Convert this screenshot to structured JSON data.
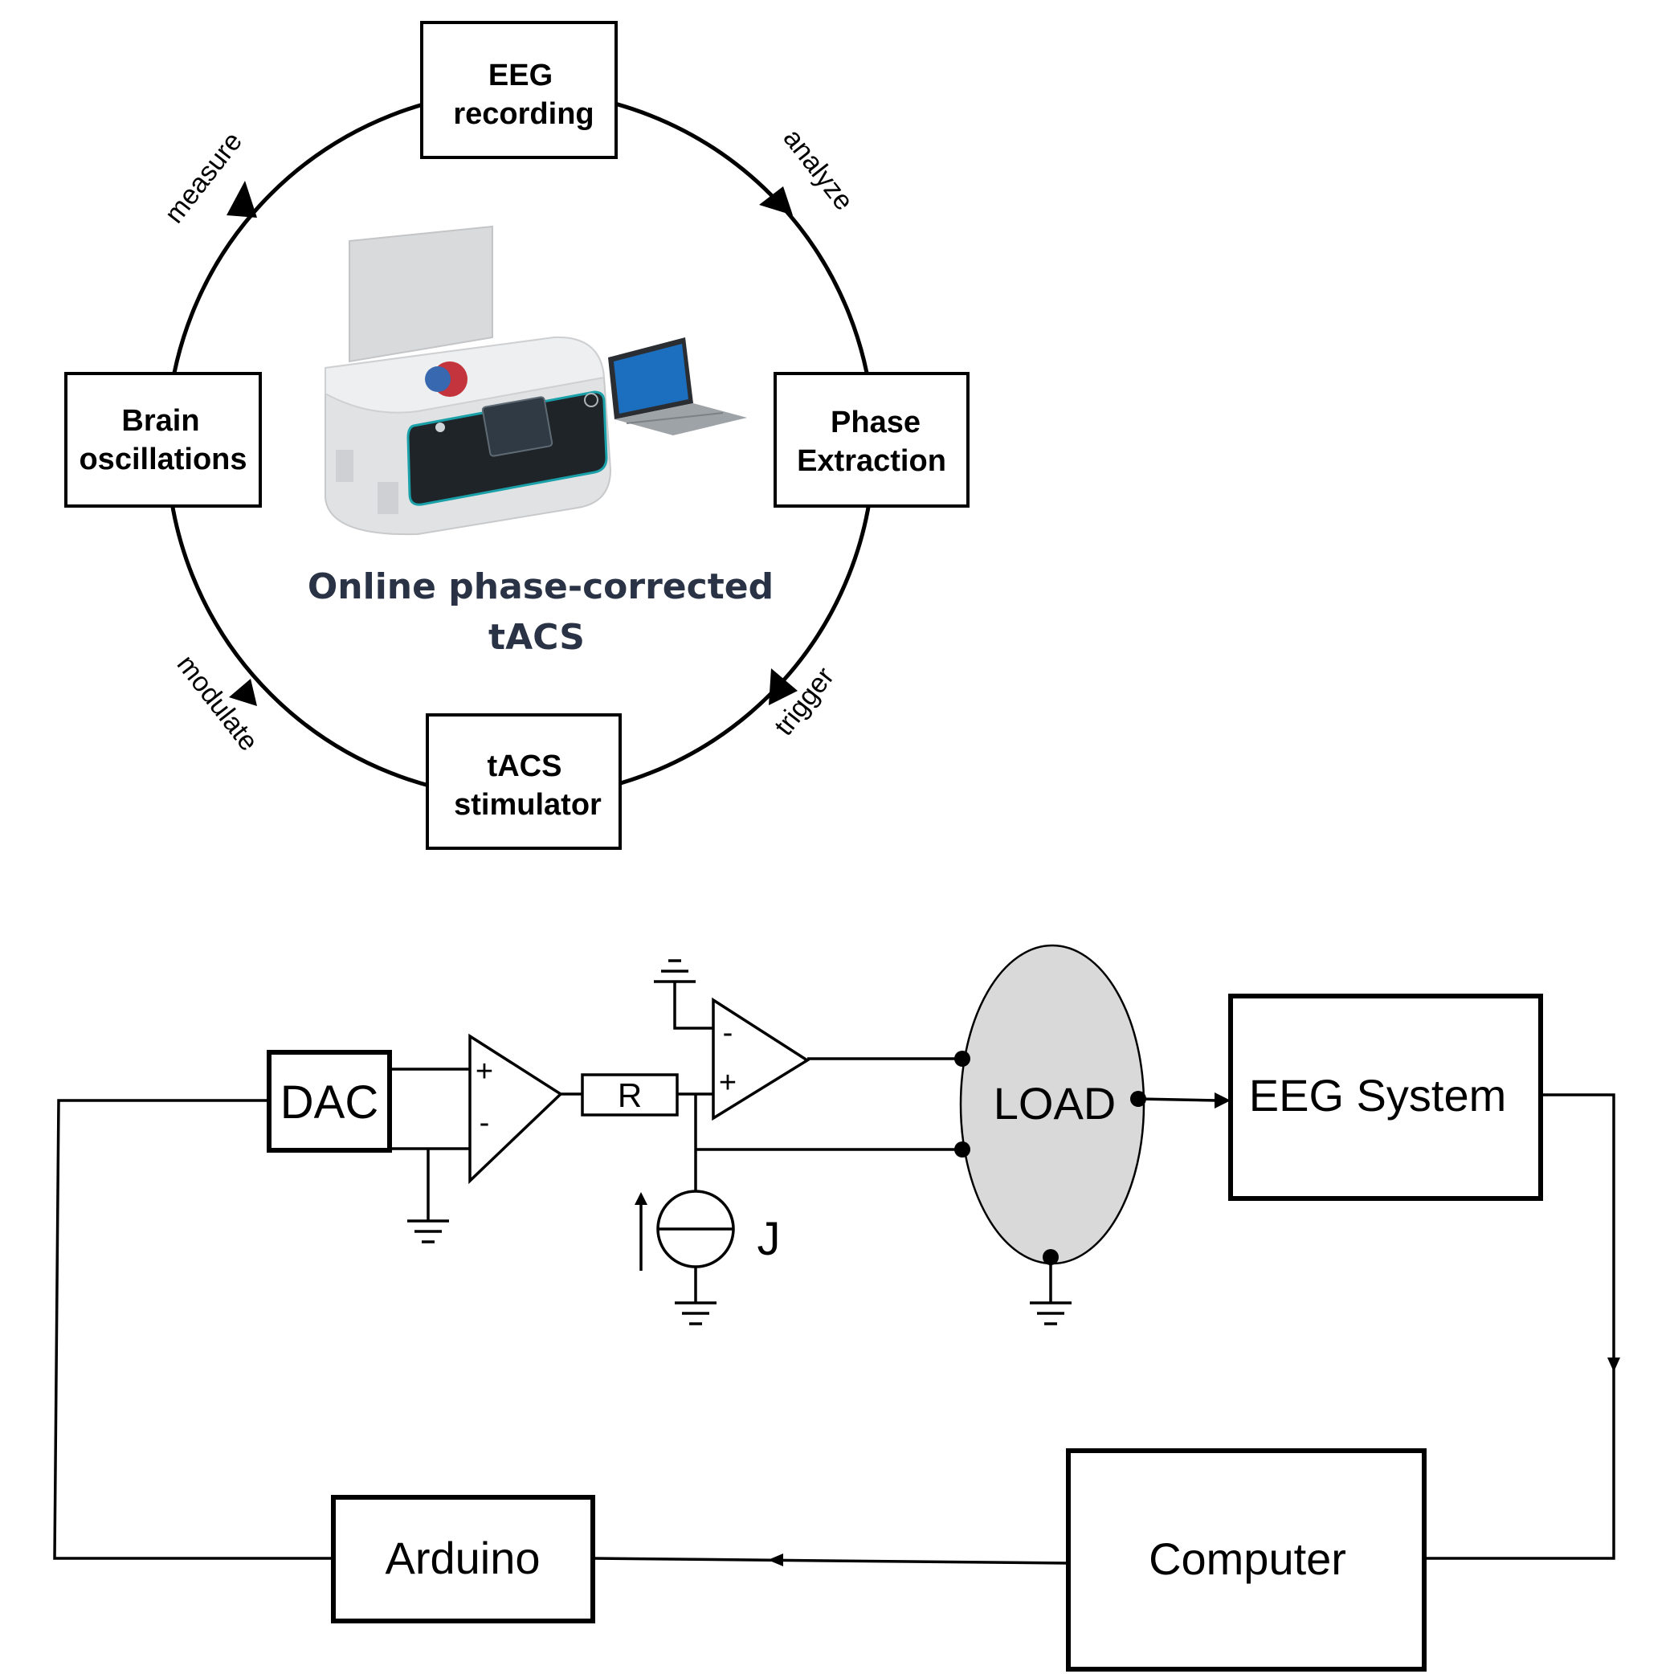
{
  "cycle": {
    "nodes": {
      "eeg_recording": [
        "EEG",
        "recording"
      ],
      "phase_extraction": [
        "Phase",
        "Extraction"
      ],
      "tacs_stimulator": [
        "tACS",
        "stimulator"
      ],
      "brain_oscillations": [
        "Brain",
        "oscillations"
      ]
    },
    "edges": {
      "analyze": "analyze",
      "trigger": "trigger",
      "modulate": "modulate",
      "measure": "measure"
    },
    "center_title": [
      "Online phase-corrected",
      "tACS"
    ]
  },
  "circuit": {
    "dac": "DAC",
    "resistor": "R",
    "load": "LOAD",
    "current_source": "J",
    "opamp1_plus": "+",
    "opamp1_minus": "-",
    "opamp2_plus": "+",
    "opamp2_minus": "-",
    "eeg_system": "EEG System",
    "computer": "Computer",
    "arduino": "Arduino"
  }
}
